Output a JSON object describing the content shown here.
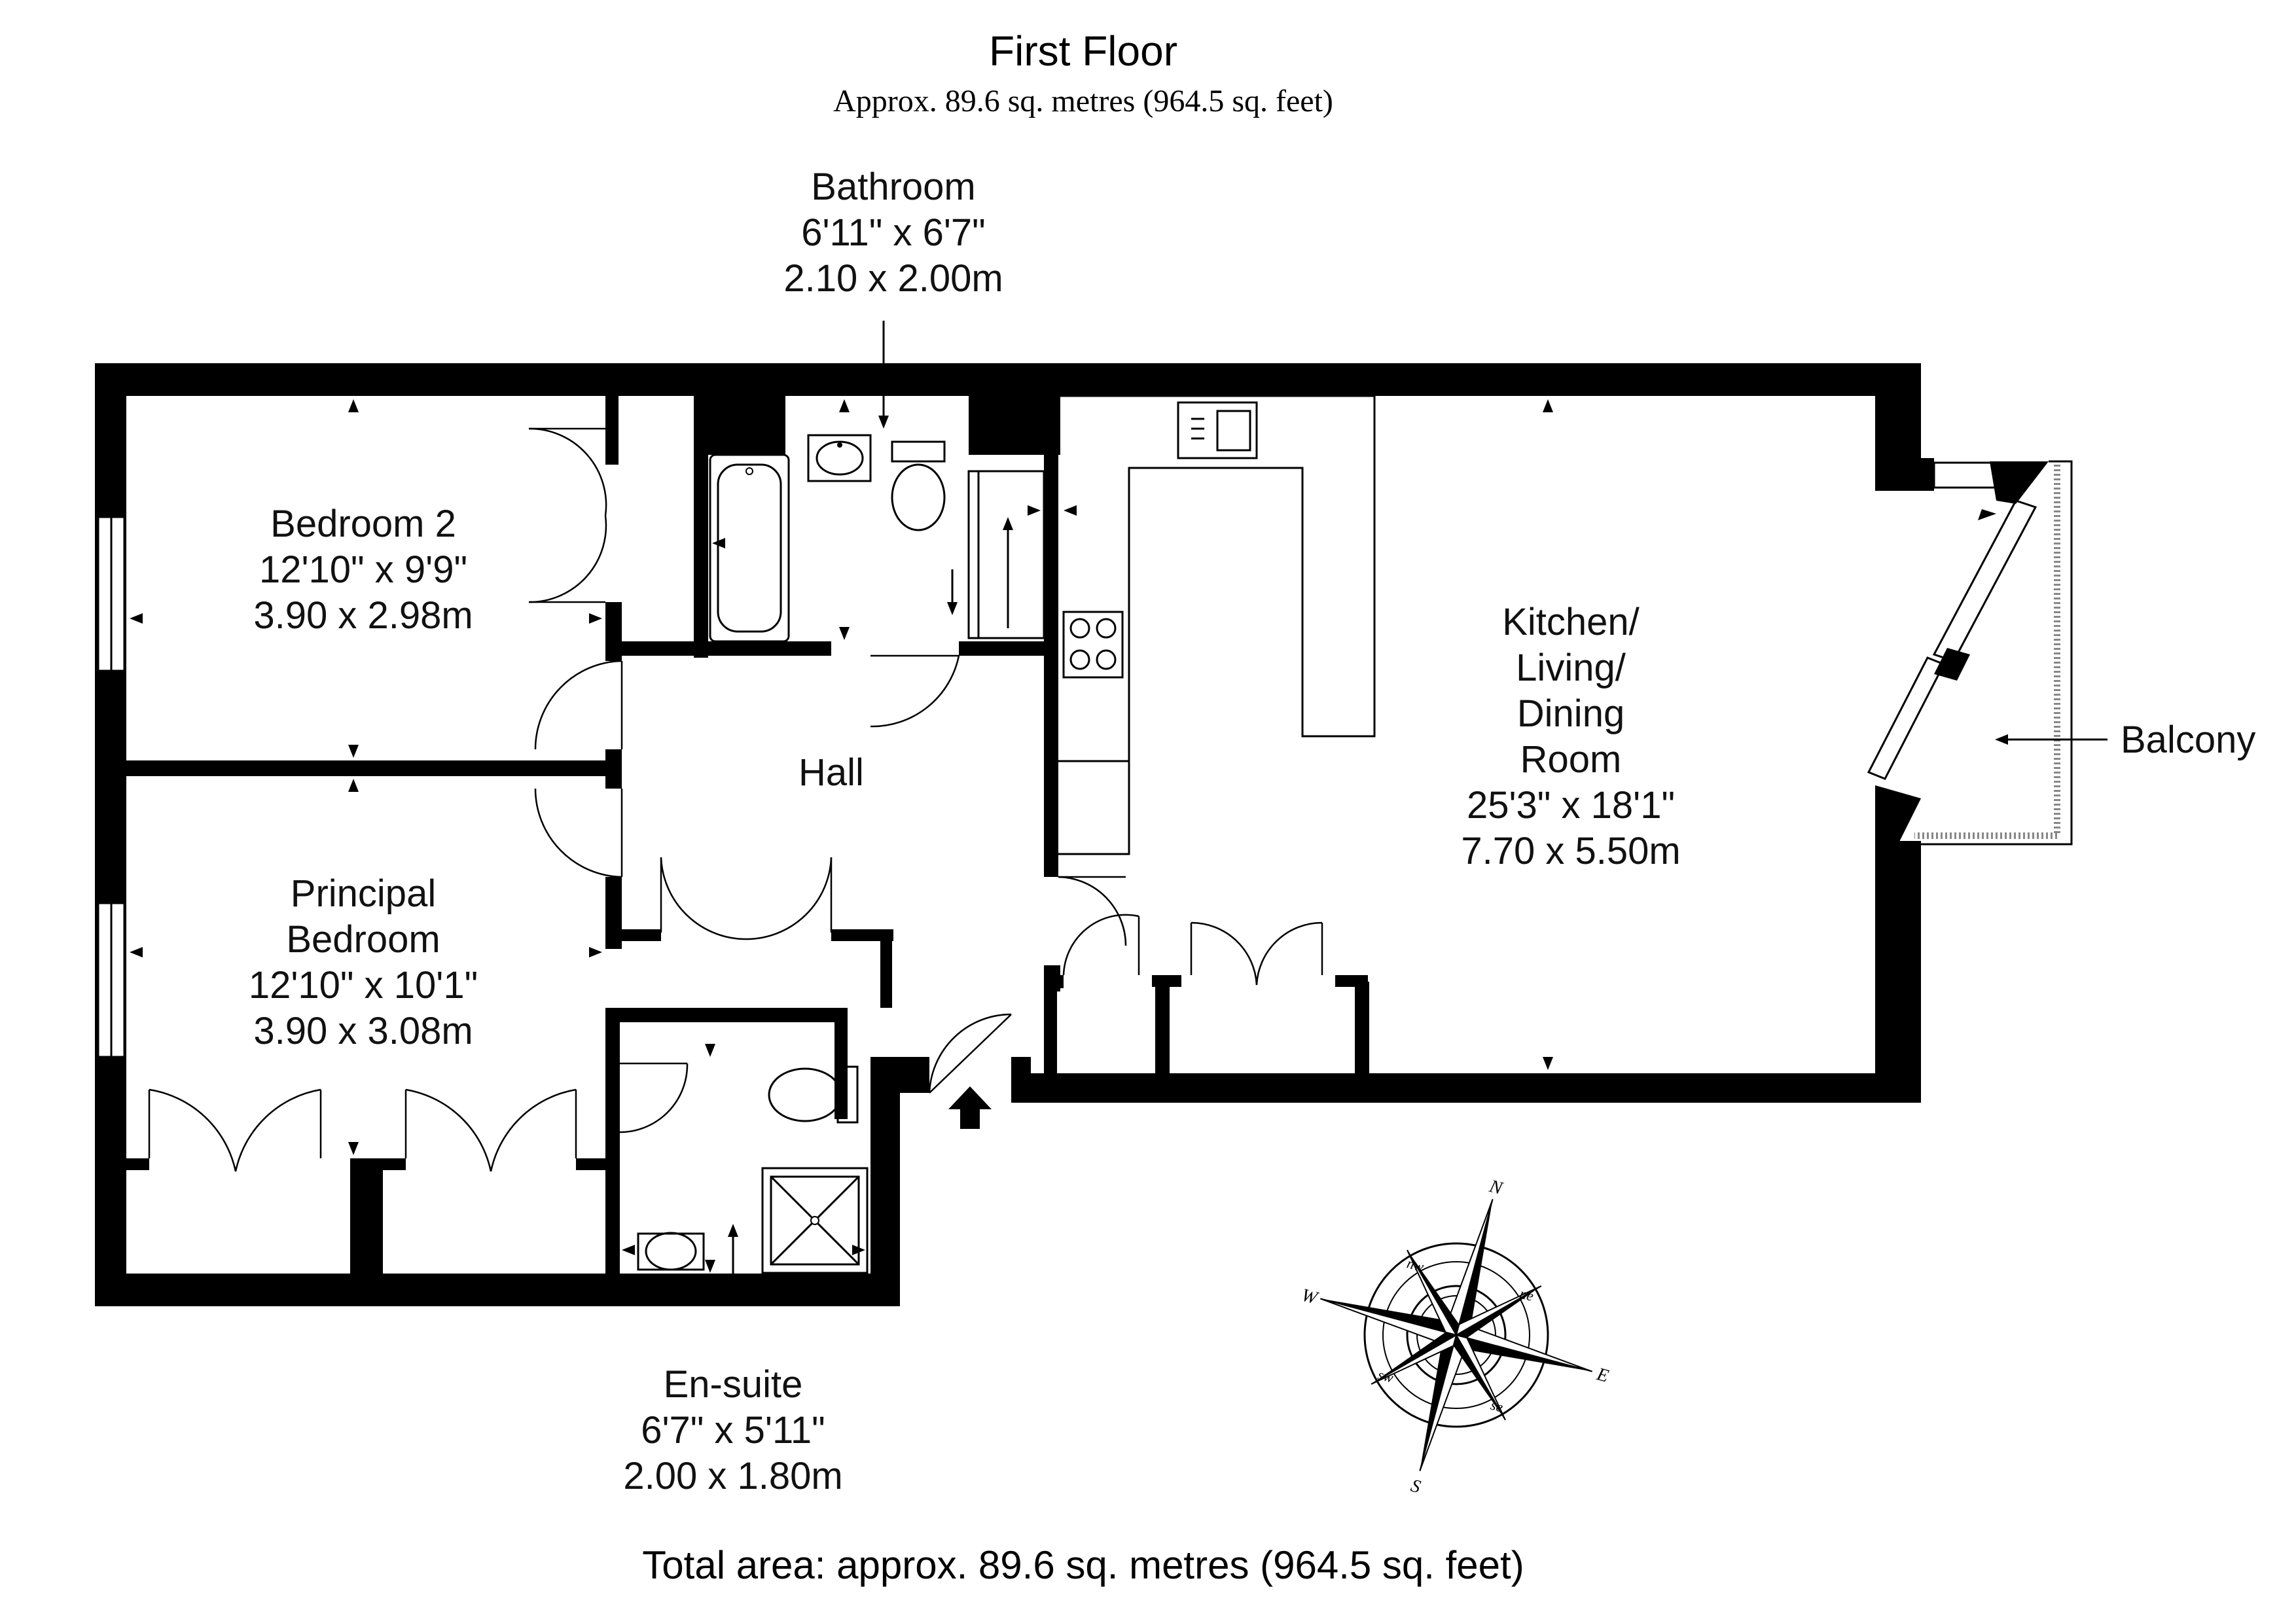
{
  "header": {
    "title": "First Floor",
    "subtitle": "Approx. 89.6 sq. metres (964.5 sq. feet)"
  },
  "rooms": {
    "bathroom": {
      "name": "Bathroom",
      "imperial": "6'11\" x 6'7\"",
      "metric": "2.10 x 2.00m"
    },
    "bedroom2": {
      "name": "Bedroom 2",
      "imperial": "12'10\" x 9'9\"",
      "metric": "3.90 x 2.98m"
    },
    "principal": {
      "name_line1": "Principal",
      "name_line2": "Bedroom",
      "imperial": "12'10\" x 10'1\"",
      "metric": "3.90 x 3.08m"
    },
    "hall": {
      "name": "Hall"
    },
    "kitchen": {
      "line1": "Kitchen/",
      "line2": "Living/",
      "line3": "Dining",
      "line4": "Room",
      "imperial": "25'3\" x 18'1\"",
      "metric": "7.70 x 5.50m"
    },
    "ensuite": {
      "name": "En-suite",
      "imperial": "6'7\" x 5'11\"",
      "metric": "2.00 x 1.80m"
    }
  },
  "balcony": {
    "label": "Balcony"
  },
  "compass": {
    "cardinals": {
      "n": "N",
      "e": "E",
      "s": "S",
      "w": "W"
    },
    "intercardinals": {
      "ne": "ne",
      "se": "se",
      "sw": "sw",
      "nw": "nw"
    }
  },
  "footer": {
    "total": "Total area: approx. 89.6 sq. metres (964.5 sq. feet)"
  }
}
